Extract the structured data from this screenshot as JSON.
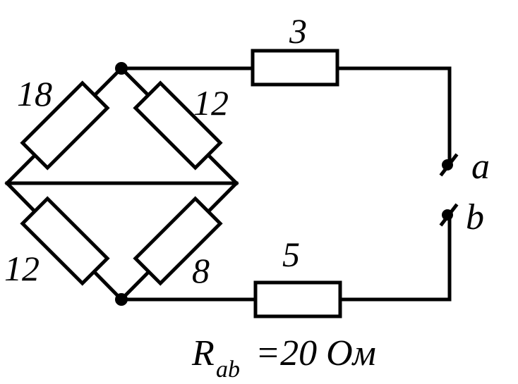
{
  "labels": {
    "r_top_left": "18",
    "r_top_right": "12",
    "r_bottom_left": "12",
    "r_bottom_right": "8",
    "r_top_series": "3",
    "r_bottom_series": "5",
    "terminal_a": "a",
    "terminal_b": "b"
  },
  "result": {
    "symbol": "R",
    "subscript": "ab",
    "value": "=20 Ом"
  }
}
